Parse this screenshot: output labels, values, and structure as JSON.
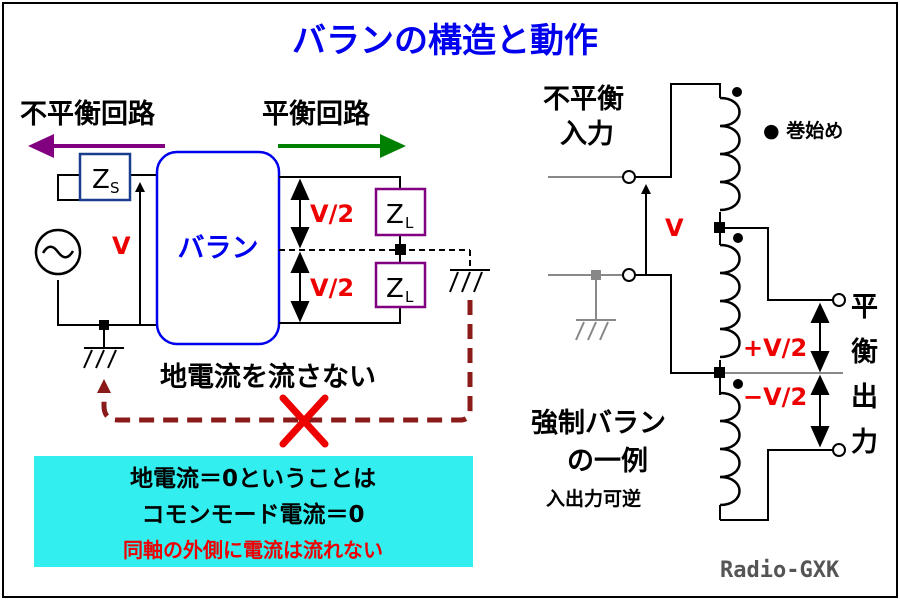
{
  "title": "バランの構造と動作",
  "left": {
    "unbalanced_circuit": "不平衡回路",
    "balanced_circuit": "平衡回路",
    "zs": "Z",
    "zs_sub": "S",
    "zl": "Z",
    "zl_sub": "L",
    "v": "V",
    "v_half_top": "V/2",
    "v_half_bottom": "V/2",
    "balun": "バラン",
    "no_ground_current": "地電流を流さない",
    "note_line1": "地電流＝0ということは",
    "note_line2": "コモンモード電流＝0",
    "note_line3": "同軸の外側に電流は流れない"
  },
  "right": {
    "unbalanced_input_1": "不平衡",
    "unbalanced_input_2": "入力",
    "winding_start": "● 巻始め",
    "v": "V",
    "plus_v_half": "+V/2",
    "minus_v_half": "−V/2",
    "balanced_output": [
      "平",
      "衡",
      "出",
      "力"
    ],
    "forced_balun_1": "強制バラン",
    "forced_balun_2": "の一例",
    "reversible": "入出力可逆",
    "credit": "Radio-GXK"
  },
  "colors": {
    "title_blue": "#0000ee",
    "red": "#ee0000",
    "purple_arrow": "#800080",
    "green_arrow": "#008000",
    "load_box": "#800080",
    "source_box": "#1a3c8c",
    "dashed_return": "#8b1a1a",
    "note_bg": "#33eeee",
    "gray_wire": "#888888"
  }
}
